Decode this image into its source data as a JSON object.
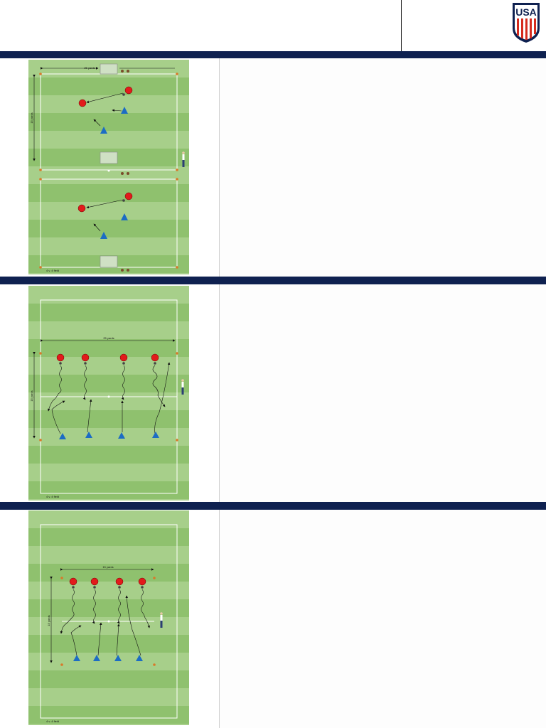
{
  "header": {
    "logo_text": "USA",
    "logo_name": "us-soccer-crest"
  },
  "colors": {
    "band": "#0f2150",
    "field_light": "#a7cf8a",
    "field_dark": "#8fc16e",
    "red_player": "#e21b1b",
    "blue_cone": "#1c6cc4",
    "line": "#ffffff"
  },
  "diagrams": [
    {
      "field_label": "4 v. 4 field",
      "width_label": "25 yards",
      "length_label": "15 yards"
    },
    {
      "field_label": "4 v. 4 field",
      "width_label": "25 yards",
      "length_label": "15 yards"
    },
    {
      "field_label": "4 v. 4 field",
      "width_label": "15 yards",
      "length_label": "15 yards"
    }
  ]
}
